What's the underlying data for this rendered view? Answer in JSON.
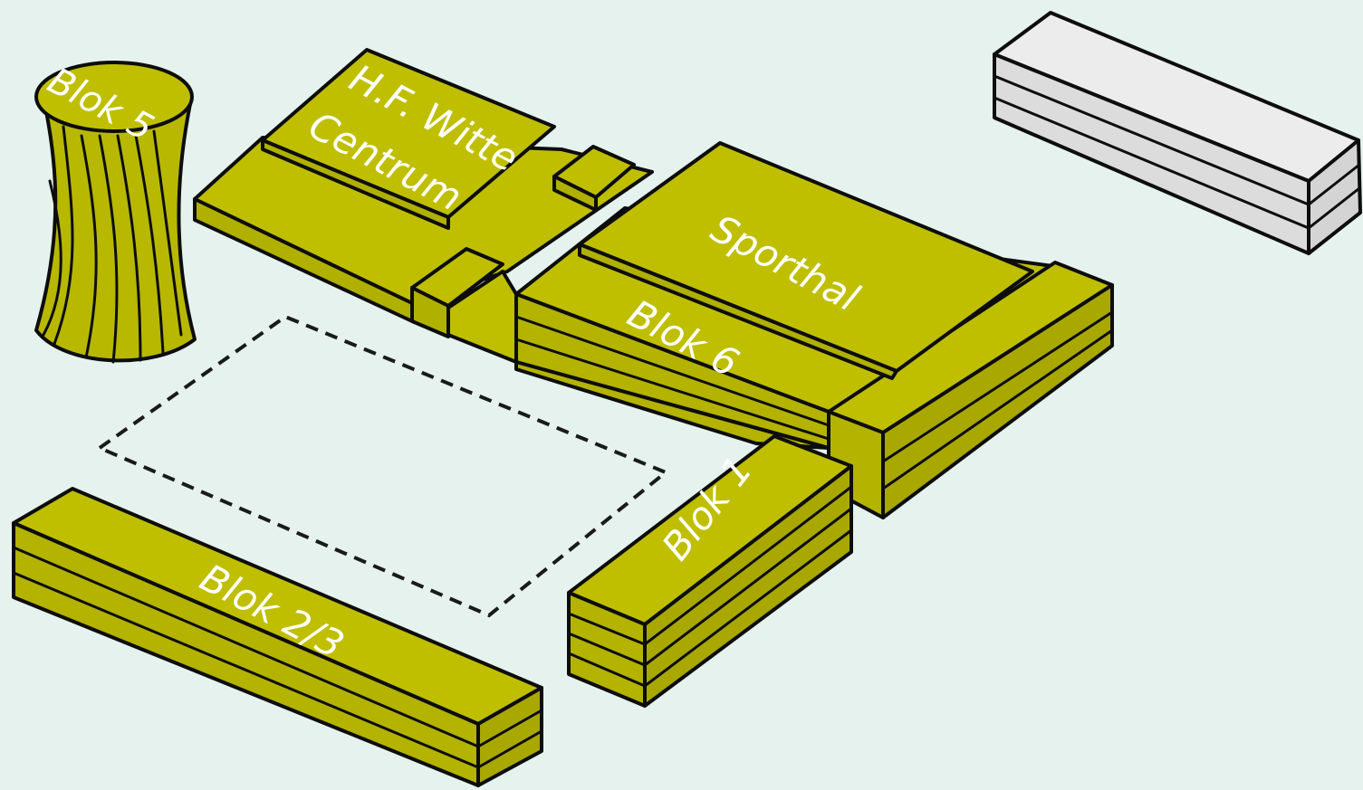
{
  "colors": {
    "background": "#e6f2ee",
    "building_top": "#bfbf00",
    "building_side": "#b3b300",
    "building_shadow": "#a6a600",
    "grey_top": "#ececec",
    "grey_side": "#dcdcdc",
    "outline": "#0d0d0d",
    "label": "#ffffff"
  },
  "buildings": {
    "blok5": {
      "label": "Blok 5"
    },
    "hf_witte_line1": {
      "label": "H.F. Witte"
    },
    "hf_witte_line2": {
      "label": "Centrum"
    },
    "sporthal": {
      "label": "Sporthal"
    },
    "blok6": {
      "label": "Blok 6"
    },
    "blok1": {
      "label": "Blok 1"
    },
    "blok23": {
      "label": "Blok 2/3"
    }
  }
}
